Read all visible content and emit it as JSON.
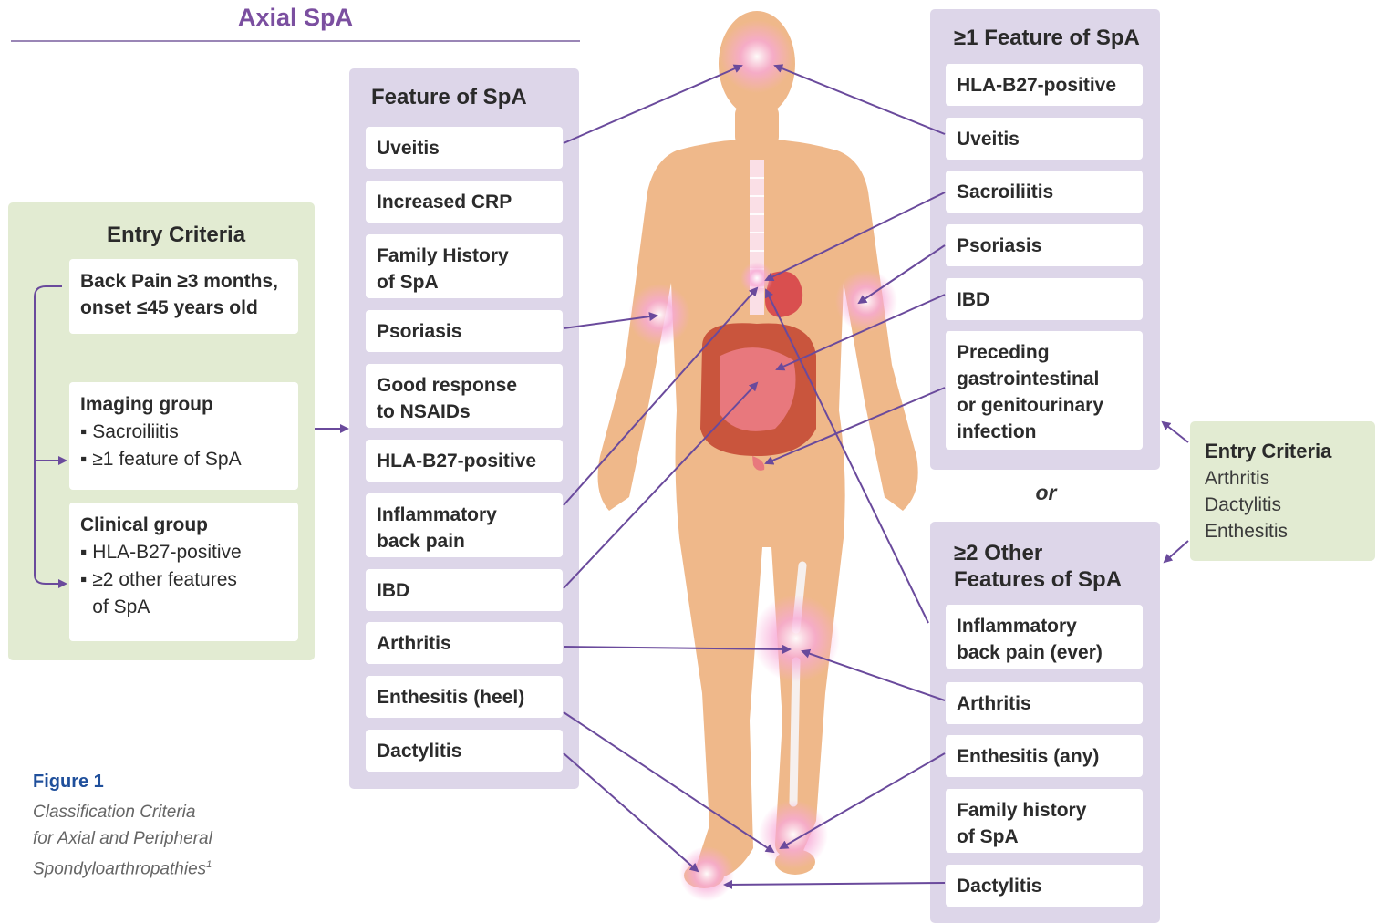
{
  "axial_title": "Axial SpA",
  "axial_entry": {
    "title": "Entry Criteria",
    "back_pain": "Back Pain ≥3 months,\nonset ≤45 years old",
    "imaging": {
      "heading": "Imaging group",
      "items": [
        "Sacroiliitis",
        "≥1 feature of SpA"
      ]
    },
    "clinical": {
      "heading": "Clinical group",
      "items": [
        "HLA-B27-positive",
        "≥2 other features\nof SpA"
      ]
    }
  },
  "feature_panel": {
    "title": "Feature of SpA",
    "items": [
      "Uveitis",
      "Increased CRP",
      "Family History\nof SpA",
      "Psoriasis",
      "Good response\nto NSAIDs",
      "HLA-B27-positive",
      "Inflammatory\nback pain",
      "IBD",
      "Arthritis",
      "Enthesitis (heel)",
      "Dactylitis"
    ]
  },
  "one_feature_panel": {
    "title": "≥1 Feature of SpA",
    "items": [
      "HLA-B27-positive",
      "Uveitis",
      "Sacroiliitis",
      "Psoriasis",
      "IBD",
      "Preceding\ngastrointestinal\nor genitourinary\ninfection"
    ]
  },
  "or_label": "or",
  "two_other_panel": {
    "title": "≥2 Other\nFeatures of SpA",
    "items": [
      "Inflammatory\nback pain (ever)",
      "Arthritis",
      "Enthesitis (any)",
      "Family history\nof SpA",
      "Dactylitis"
    ]
  },
  "peripheral_entry": {
    "title": "Entry Criteria",
    "items": [
      "Arthritis",
      "Dactylitis",
      "Enthesitis"
    ]
  },
  "figure": {
    "label": "Figure 1",
    "caption": "Classification Criteria\nfor Axial and Peripheral\nSpondyloarthropathies",
    "footnote": "1"
  },
  "colors": {
    "accent_purple": "#7b4fa0",
    "arrow": "#6a4a9c",
    "green_panel": "#e2ebd2",
    "purple_panel": "#ddd6e9",
    "figure_label": "#1f4f9b",
    "body_skin": "#efb88a"
  }
}
